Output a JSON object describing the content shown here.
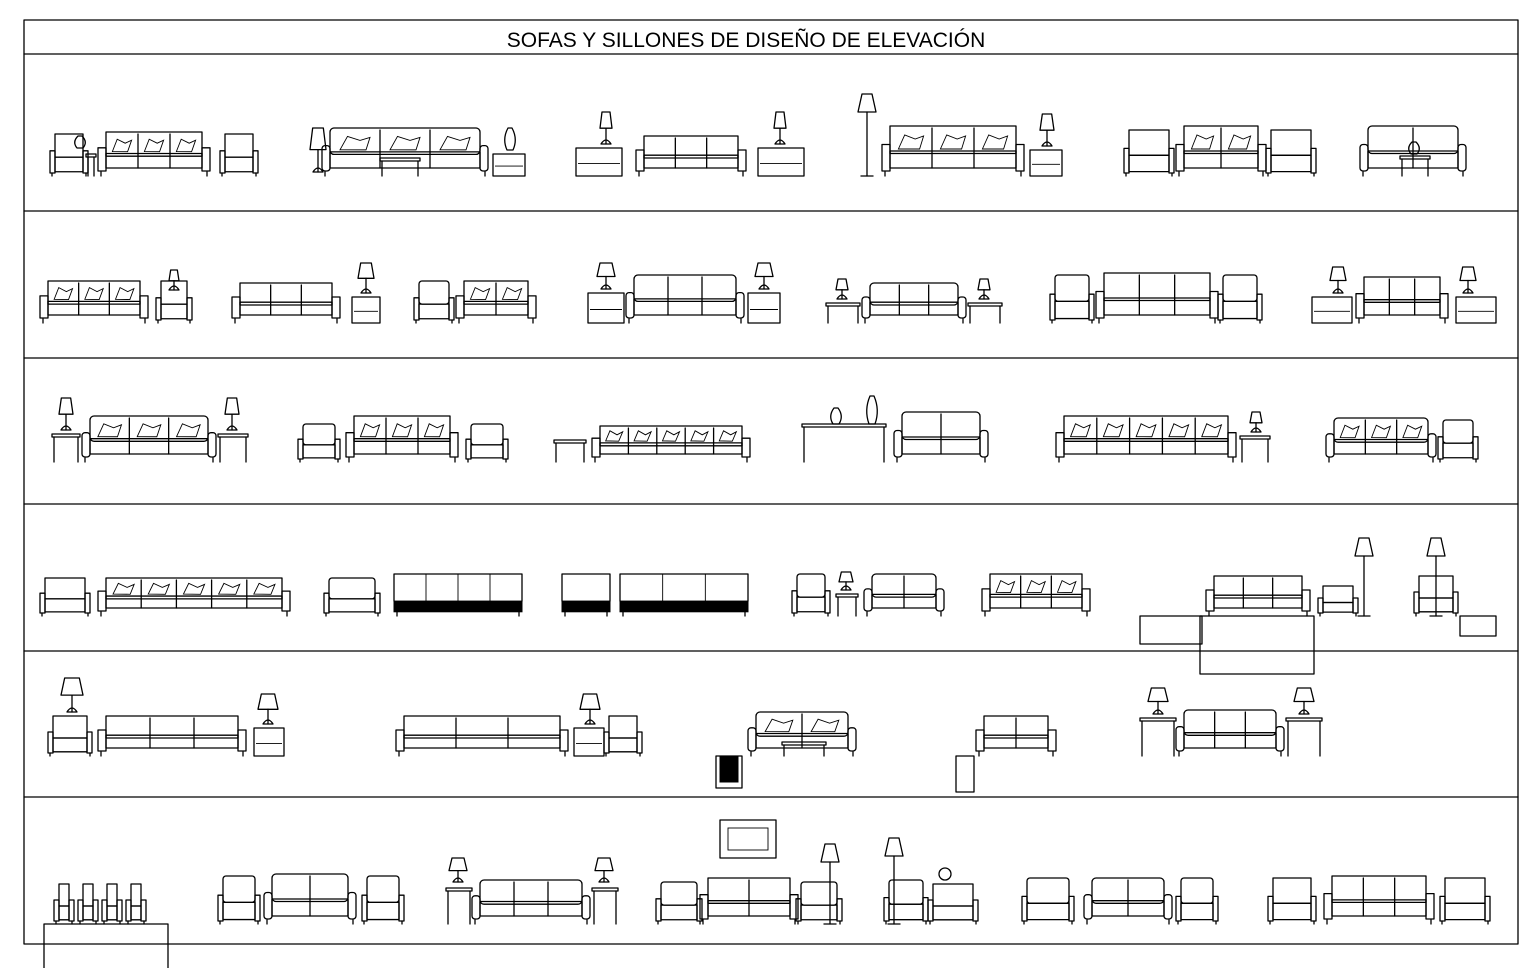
{
  "title": "SOFAS Y SILLONES DE DISEÑO DE ELEVACIÓN",
  "rows": [
    {
      "name": "row-1",
      "items": [
        {
          "type": "set",
          "s": 1
        },
        {
          "type": "set",
          "s": 2
        },
        {
          "type": "set",
          "s": 3
        },
        {
          "type": "set",
          "s": 4
        },
        {
          "type": "set",
          "s": 5
        },
        {
          "type": "set",
          "s": 6
        }
      ]
    },
    {
      "name": "row-2",
      "items": [
        {
          "type": "set",
          "s": 7
        },
        {
          "type": "set",
          "s": 8
        },
        {
          "type": "set",
          "s": 9
        },
        {
          "type": "set",
          "s": 10
        },
        {
          "type": "set",
          "s": 11
        },
        {
          "type": "set",
          "s": 12
        },
        {
          "type": "set",
          "s": 13
        }
      ]
    },
    {
      "name": "row-3",
      "items": [
        {
          "type": "set",
          "s": 14
        },
        {
          "type": "set",
          "s": 15
        },
        {
          "type": "set",
          "s": 16
        },
        {
          "type": "set",
          "s": 17
        },
        {
          "type": "set",
          "s": 18
        },
        {
          "type": "set",
          "s": 19
        }
      ]
    },
    {
      "name": "row-4",
      "items": [
        {
          "type": "set",
          "s": 20
        },
        {
          "type": "set",
          "s": 21
        },
        {
          "type": "set",
          "s": 22
        },
        {
          "type": "set",
          "s": 23
        },
        {
          "type": "set",
          "s": 24
        },
        {
          "type": "set",
          "s": 25
        },
        {
          "type": "set",
          "s": 26
        }
      ]
    },
    {
      "name": "row-5",
      "items": [
        {
          "type": "set",
          "s": 27
        },
        {
          "type": "set",
          "s": 28
        },
        {
          "type": "set",
          "s": 29
        },
        {
          "type": "set",
          "s": 30
        },
        {
          "type": "set",
          "s": 31
        }
      ]
    },
    {
      "name": "row-6",
      "items": [
        {
          "type": "set",
          "s": 32
        },
        {
          "type": "set",
          "s": 33
        },
        {
          "type": "set",
          "s": 34
        },
        {
          "type": "set",
          "s": 35
        },
        {
          "type": "set",
          "s": 36
        },
        {
          "type": "set",
          "s": 37
        },
        {
          "type": "set",
          "s": 38
        }
      ]
    }
  ]
}
